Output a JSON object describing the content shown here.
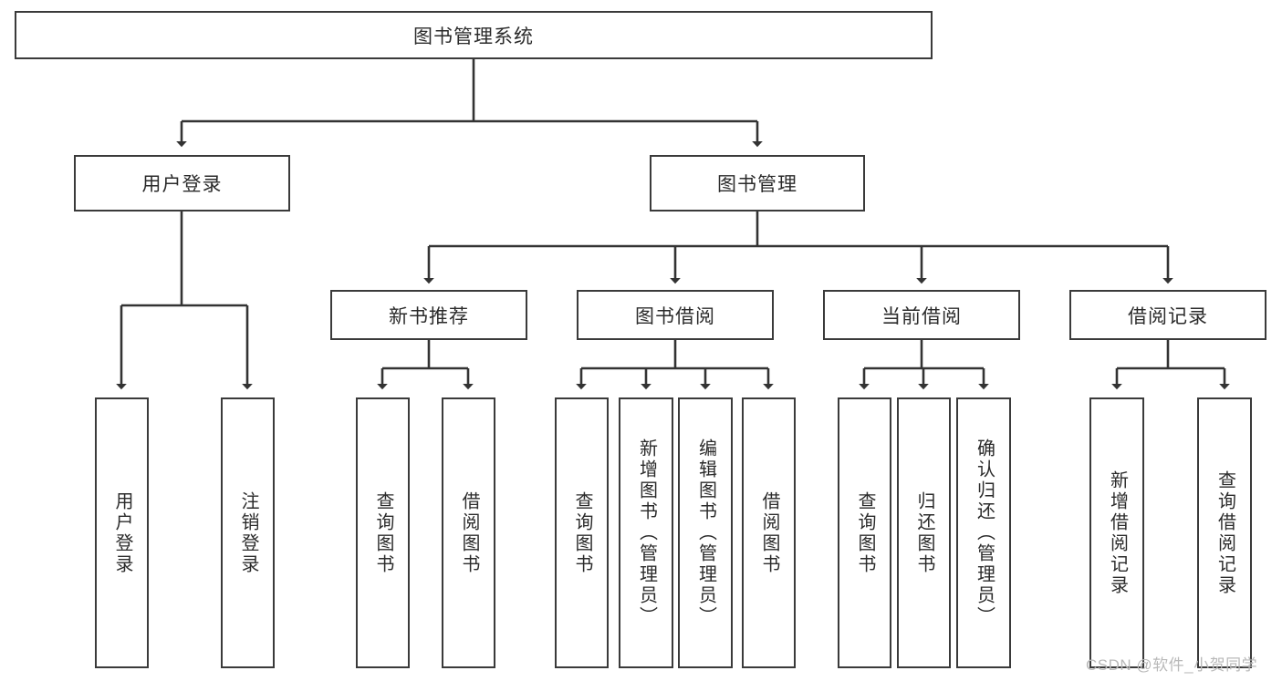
{
  "diagram": {
    "title": "图书管理系统",
    "type": "tree-hierarchy",
    "root": {
      "label": "图书管理系统"
    },
    "level2": [
      {
        "label": "用户登录"
      },
      {
        "label": "图书管理"
      }
    ],
    "level3": [
      {
        "label": "新书推荐"
      },
      {
        "label": "图书借阅"
      },
      {
        "label": "当前借阅"
      },
      {
        "label": "借阅记录"
      }
    ],
    "leaves": {
      "user_login": [
        {
          "label": "用户登录"
        },
        {
          "label": "注销登录"
        }
      ],
      "new_book_recommend": [
        {
          "label": "查询图书"
        },
        {
          "label": "借阅图书"
        }
      ],
      "book_borrow": [
        {
          "label": "查询图书"
        },
        {
          "label": "新增图书（管理员）"
        },
        {
          "label": "编辑图书（管理员）"
        },
        {
          "label": "借阅图书"
        }
      ],
      "current_borrow": [
        {
          "label": "查询图书"
        },
        {
          "label": "归还图书"
        },
        {
          "label": "确认归还（管理员）"
        }
      ],
      "borrow_record": [
        {
          "label": "新增借阅记录"
        },
        {
          "label": "查询借阅记录"
        }
      ]
    }
  },
  "watermark": {
    "text": "CSDN @软件_小贺同学"
  },
  "colors": {
    "background": "#ffffff",
    "border": "#3a3a3a",
    "text": "#2b2b2b",
    "connector": "#333333",
    "watermark": "#b9b9b9"
  }
}
